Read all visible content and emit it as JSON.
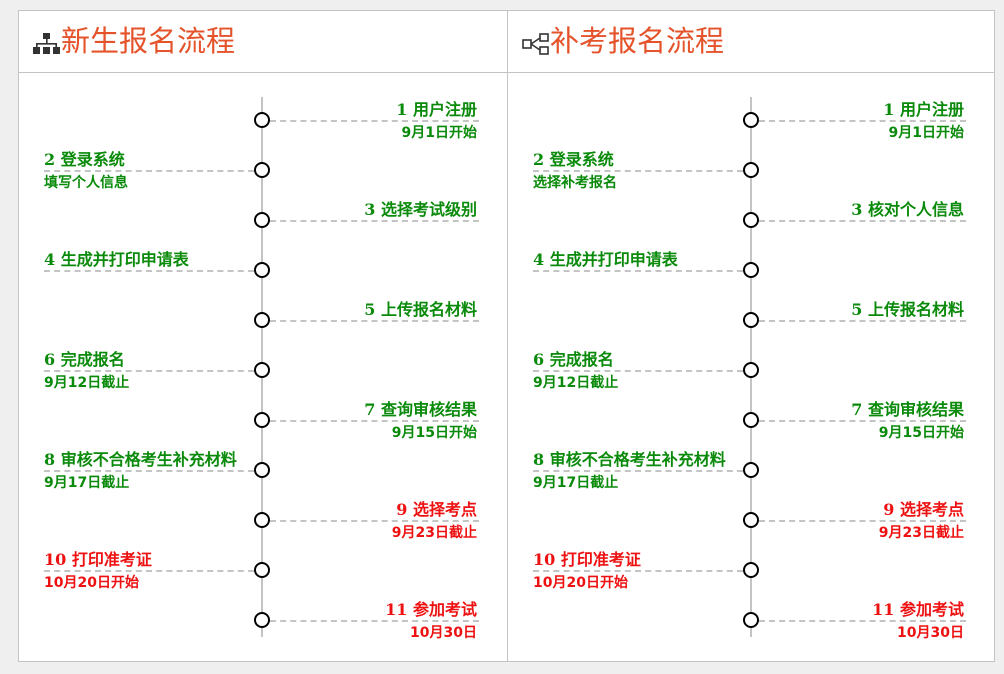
{
  "colors": {
    "title": "#e5532b",
    "green": "#0a8a0a",
    "red": "#ee1111",
    "line": "#c4c4c4"
  },
  "panels": [
    {
      "title": "新生报名流程",
      "icon": "sitemap-icon",
      "steps": [
        {
          "num": "1",
          "label": "用户注册",
          "sub": "9月1日开始",
          "side": "right",
          "color": "green"
        },
        {
          "num": "2",
          "label": "登录系统",
          "sub": "填写个人信息",
          "side": "left",
          "color": "green"
        },
        {
          "num": "3",
          "label": "选择考试级别",
          "sub": "",
          "side": "right",
          "color": "green"
        },
        {
          "num": "4",
          "label": "生成并打印申请表",
          "sub": "",
          "side": "left",
          "color": "green"
        },
        {
          "num": "5",
          "label": "上传报名材料",
          "sub": "",
          "side": "right",
          "color": "green"
        },
        {
          "num": "6",
          "label": "完成报名",
          "sub": "9月12日截止",
          "side": "left",
          "color": "green"
        },
        {
          "num": "7",
          "label": "查询审核结果",
          "sub": "9月15日开始",
          "side": "right",
          "color": "green"
        },
        {
          "num": "8",
          "label": "审核不合格考生补充材料",
          "sub": "9月17日截止",
          "side": "left",
          "color": "green"
        },
        {
          "num": "9",
          "label": "选择考点",
          "sub": "9月23日截止",
          "side": "right",
          "color": "red"
        },
        {
          "num": "10",
          "label": "打印准考证",
          "sub": "10月20日开始",
          "side": "left",
          "color": "red"
        },
        {
          "num": "11",
          "label": "参加考试",
          "sub": "10月30日",
          "side": "right",
          "color": "red"
        }
      ]
    },
    {
      "title": "补考报名流程",
      "icon": "share-nodes-icon",
      "steps": [
        {
          "num": "1",
          "label": "用户注册",
          "sub": "9月1日开始",
          "side": "right",
          "color": "green"
        },
        {
          "num": "2",
          "label": "登录系统",
          "sub": "选择补考报名",
          "side": "left",
          "color": "green"
        },
        {
          "num": "3",
          "label": "核对个人信息",
          "sub": "",
          "side": "right",
          "color": "green"
        },
        {
          "num": "4",
          "label": "生成并打印申请表",
          "sub": "",
          "side": "left",
          "color": "green"
        },
        {
          "num": "5",
          "label": "上传报名材料",
          "sub": "",
          "side": "right",
          "color": "green"
        },
        {
          "num": "6",
          "label": "完成报名",
          "sub": "9月12日截止",
          "side": "left",
          "color": "green"
        },
        {
          "num": "7",
          "label": "查询审核结果",
          "sub": "9月15日开始",
          "side": "right",
          "color": "green"
        },
        {
          "num": "8",
          "label": "审核不合格考生补充材料",
          "sub": "9月17日截止",
          "side": "left",
          "color": "green"
        },
        {
          "num": "9",
          "label": "选择考点",
          "sub": "9月23日截止",
          "side": "right",
          "color": "red"
        },
        {
          "num": "10",
          "label": "打印准考证",
          "sub": "10月20日开始",
          "side": "left",
          "color": "red"
        },
        {
          "num": "11",
          "label": "参加考试",
          "sub": "10月30日",
          "side": "right",
          "color": "red"
        }
      ]
    }
  ]
}
